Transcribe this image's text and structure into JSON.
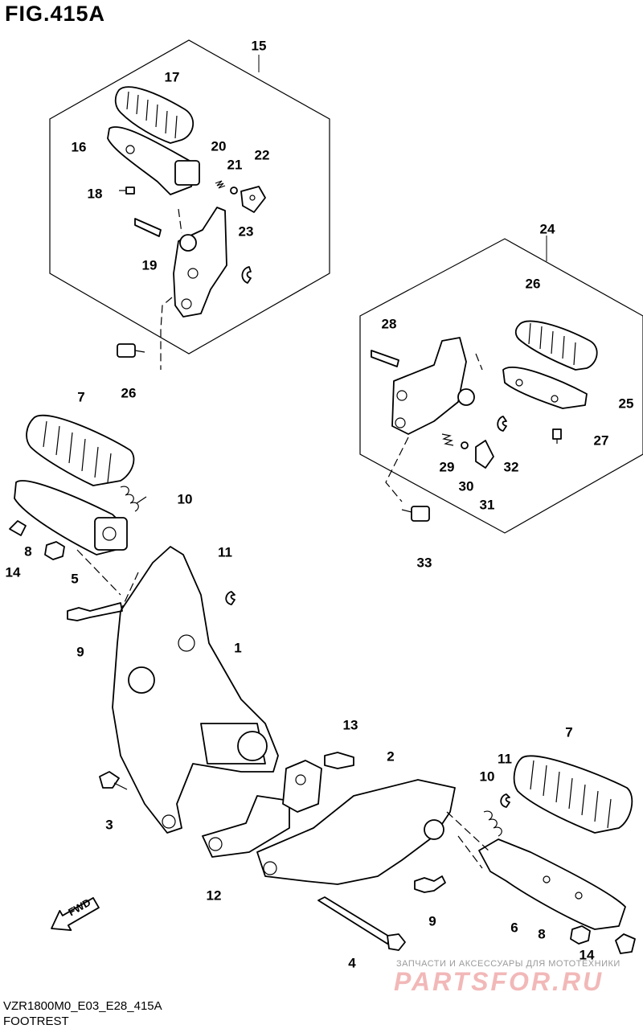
{
  "figure": {
    "title": "FIG.415A"
  },
  "footer": {
    "code": "VZR1800M0_E03_E28_415A",
    "name": "FOOTREST"
  },
  "fwd_label": "FWD",
  "watermark": {
    "caption": "ЗАПЧАСТИ И АКСЕССУАРЫ ДЛЯ МОТОТЕХНИКИ",
    "brand": "PARTSFOR.RU"
  },
  "callouts": [
    {
      "id": "c15",
      "label": "15"
    },
    {
      "id": "c17",
      "label": "17"
    },
    {
      "id": "c16",
      "label": "16"
    },
    {
      "id": "c20",
      "label": "20"
    },
    {
      "id": "c21",
      "label": "21"
    },
    {
      "id": "c22",
      "label": "22"
    },
    {
      "id": "c18",
      "label": "18"
    },
    {
      "id": "c23",
      "label": "23"
    },
    {
      "id": "c19",
      "label": "19"
    },
    {
      "id": "c26a",
      "label": "26"
    },
    {
      "id": "c24",
      "label": "24"
    },
    {
      "id": "c26b",
      "label": "26"
    },
    {
      "id": "c28",
      "label": "28"
    },
    {
      "id": "c25",
      "label": "25"
    },
    {
      "id": "c27",
      "label": "27"
    },
    {
      "id": "c29",
      "label": "29"
    },
    {
      "id": "c32",
      "label": "32"
    },
    {
      "id": "c30",
      "label": "30"
    },
    {
      "id": "c31",
      "label": "31"
    },
    {
      "id": "c33",
      "label": "33"
    },
    {
      "id": "c7a",
      "label": "7"
    },
    {
      "id": "c10a",
      "label": "10"
    },
    {
      "id": "c8a",
      "label": "8"
    },
    {
      "id": "c14a",
      "label": "14"
    },
    {
      "id": "c5",
      "label": "5"
    },
    {
      "id": "c11a",
      "label": "11"
    },
    {
      "id": "c9a",
      "label": "9"
    },
    {
      "id": "c1",
      "label": "1"
    },
    {
      "id": "c13",
      "label": "13"
    },
    {
      "id": "c2",
      "label": "2"
    },
    {
      "id": "c7b",
      "label": "7"
    },
    {
      "id": "c11b",
      "label": "11"
    },
    {
      "id": "c10b",
      "label": "10"
    },
    {
      "id": "c3",
      "label": "3"
    },
    {
      "id": "c12",
      "label": "12"
    },
    {
      "id": "c9b",
      "label": "9"
    },
    {
      "id": "c6",
      "label": "6"
    },
    {
      "id": "c8b",
      "label": "8"
    },
    {
      "id": "c4",
      "label": "4"
    },
    {
      "id": "c14b",
      "label": "14"
    }
  ]
}
